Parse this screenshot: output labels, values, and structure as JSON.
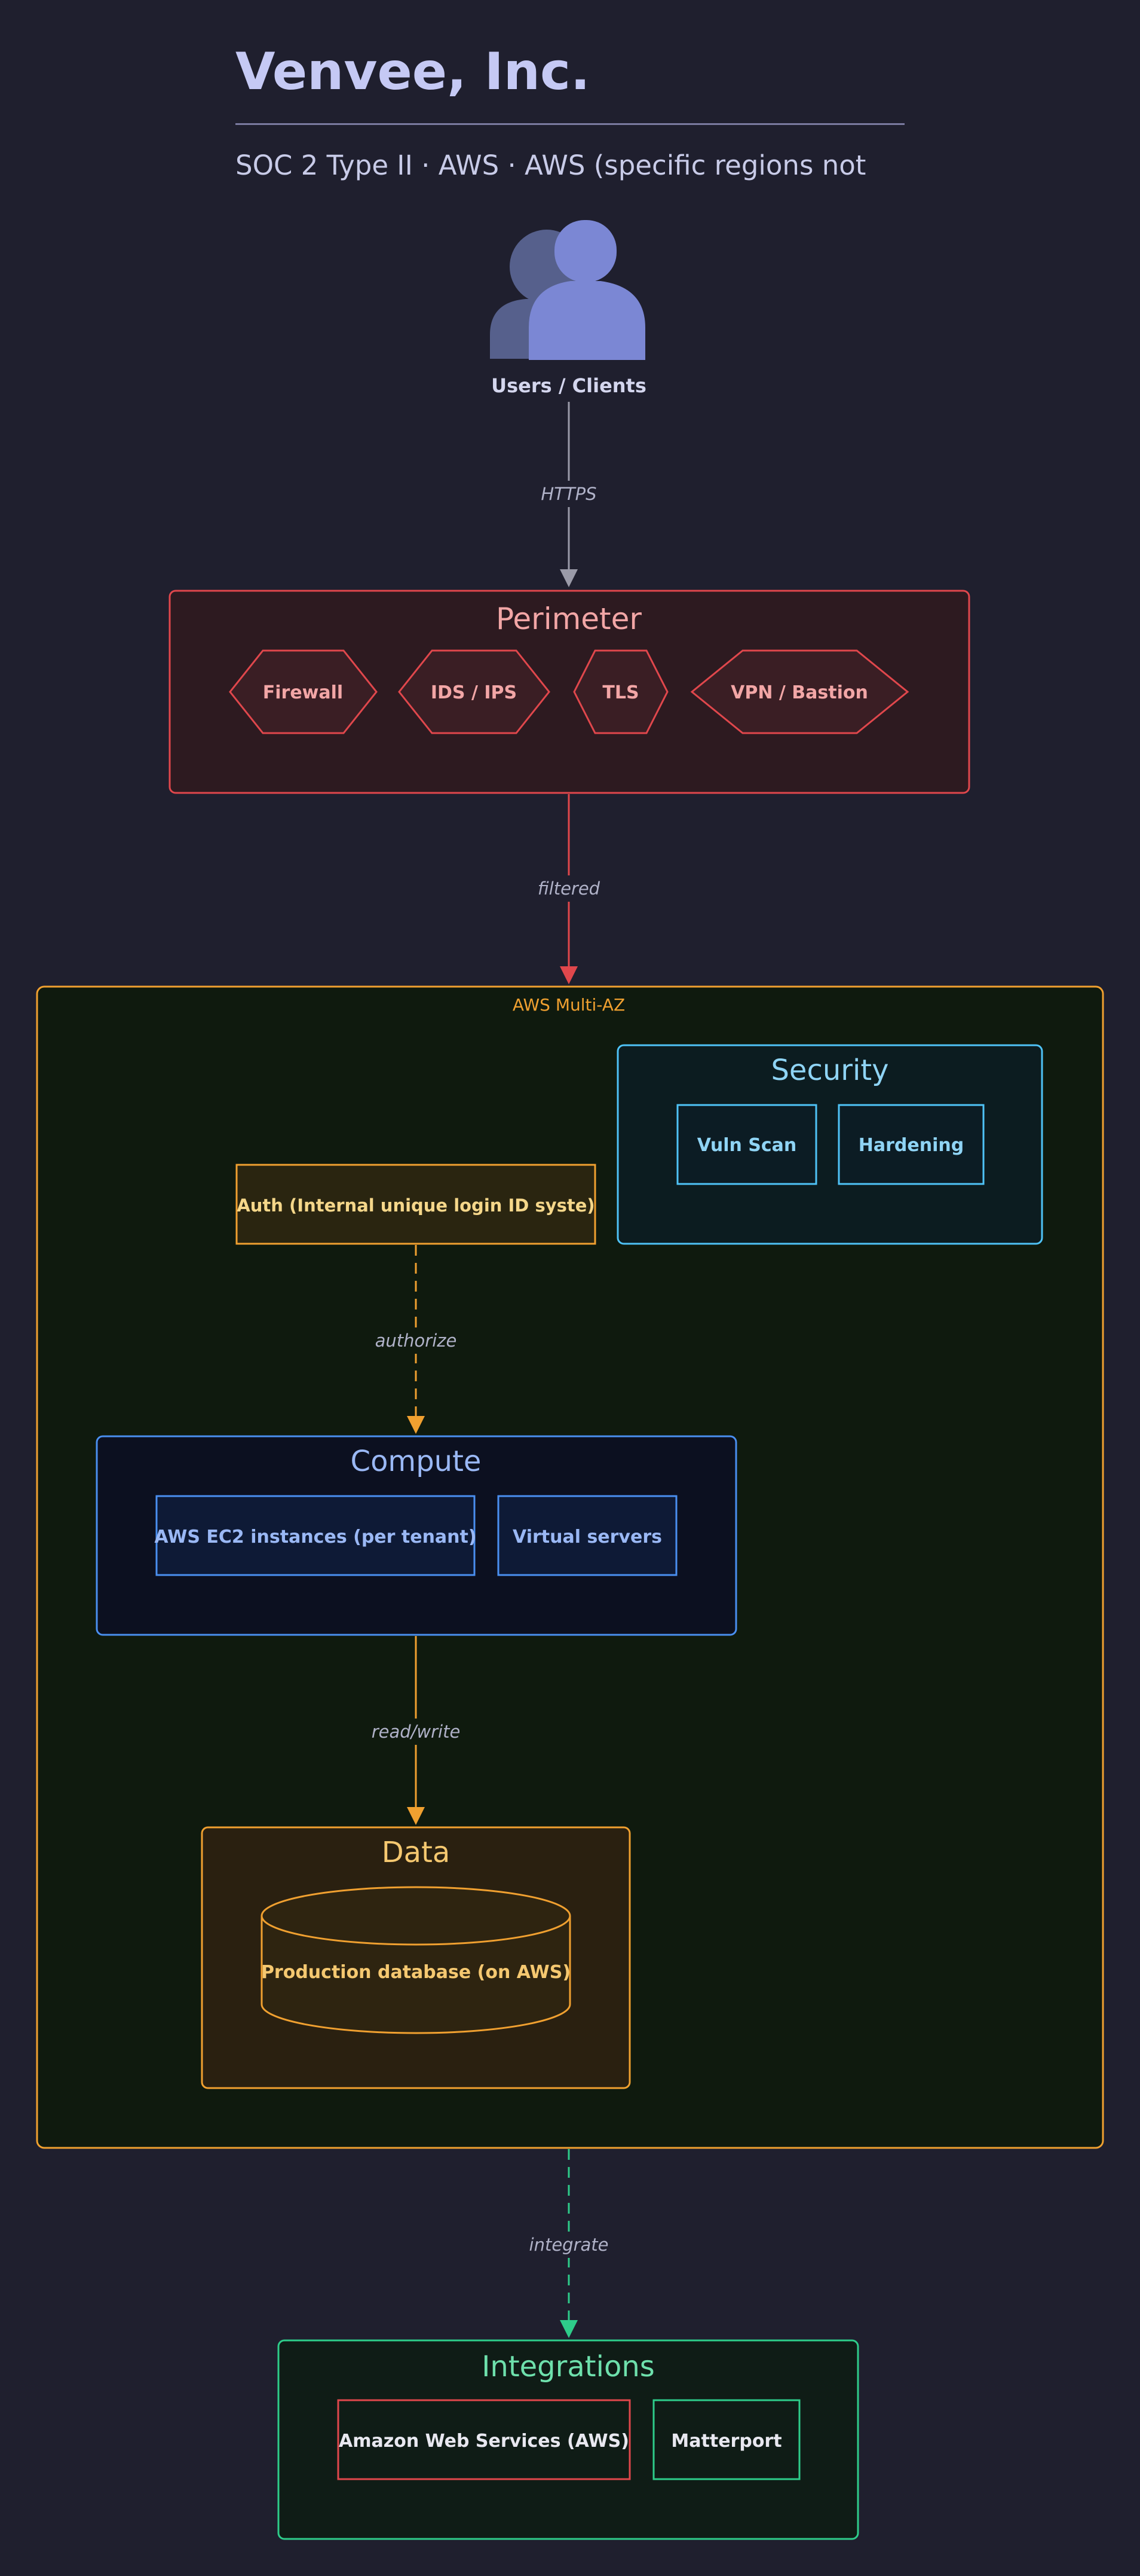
{
  "header": {
    "title": "Venvee, Inc.",
    "subtitle": "SOC 2 Type II · AWS · AWS (specific regions not"
  },
  "users": {
    "label": "Users / Clients"
  },
  "edges": {
    "https": "HTTPS",
    "filtered": "filtered",
    "authorize": "authorize",
    "readwrite": "read/write",
    "integrate": "integrate"
  },
  "perimeter": {
    "title": "Perimeter",
    "items": [
      "Firewall",
      "IDS / IPS",
      "TLS",
      "VPN / Bastion"
    ]
  },
  "cloud": {
    "label": "AWS Multi-AZ"
  },
  "security": {
    "title": "Security",
    "items": [
      "Vuln Scan",
      "Hardening"
    ]
  },
  "auth": {
    "label": "Auth (Internal unique login ID syste)"
  },
  "compute": {
    "title": "Compute",
    "items": [
      "AWS EC2 instances (per tenant)",
      "Virtual servers"
    ]
  },
  "data": {
    "title": "Data",
    "db": "Production database (on AWS)"
  },
  "integrations": {
    "title": "Integrations",
    "items": [
      "Amazon Web Services (AWS)",
      "Matterport"
    ]
  },
  "colors": {
    "background": "#1f1f2e",
    "perimeter": "#e0474c",
    "cloud": "#f0a030",
    "security": "#4fc3f7",
    "compute": "#4a8ff0",
    "data": "#f0a030",
    "integrations": "#2ecc8a",
    "edge_gray": "#9a9aa8"
  }
}
